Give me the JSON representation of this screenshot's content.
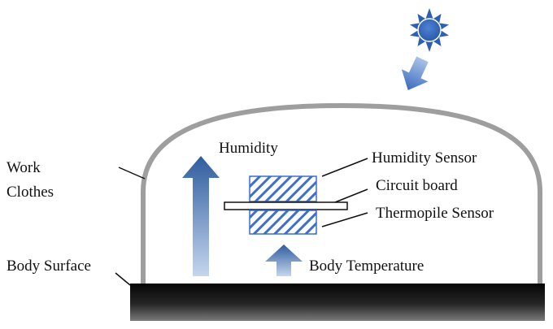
{
  "labels": {
    "work_clothes_line1": "Work",
    "work_clothes_line2": "Clothes",
    "body_surface": "Body Surface",
    "humidity": "Humidity",
    "humidity_sensor": "Humidity Sensor",
    "circuit_board": "Circuit board",
    "thermopile_sensor": "Thermopile Sensor",
    "body_temperature": "Body Temperature"
  },
  "icons": {
    "sun": "sun-icon",
    "sunlight_arrow": "arrow-down-icon"
  },
  "colors": {
    "arrow_blue_dark": "#2f5c9e",
    "arrow_blue_light": "#b9cde8",
    "sensor_hatch": "#3d6fcf",
    "clothes_outline": "#9e9e9e",
    "body_surface_dark": "#0c0c0c",
    "body_surface_light": "#6a6a6a"
  }
}
